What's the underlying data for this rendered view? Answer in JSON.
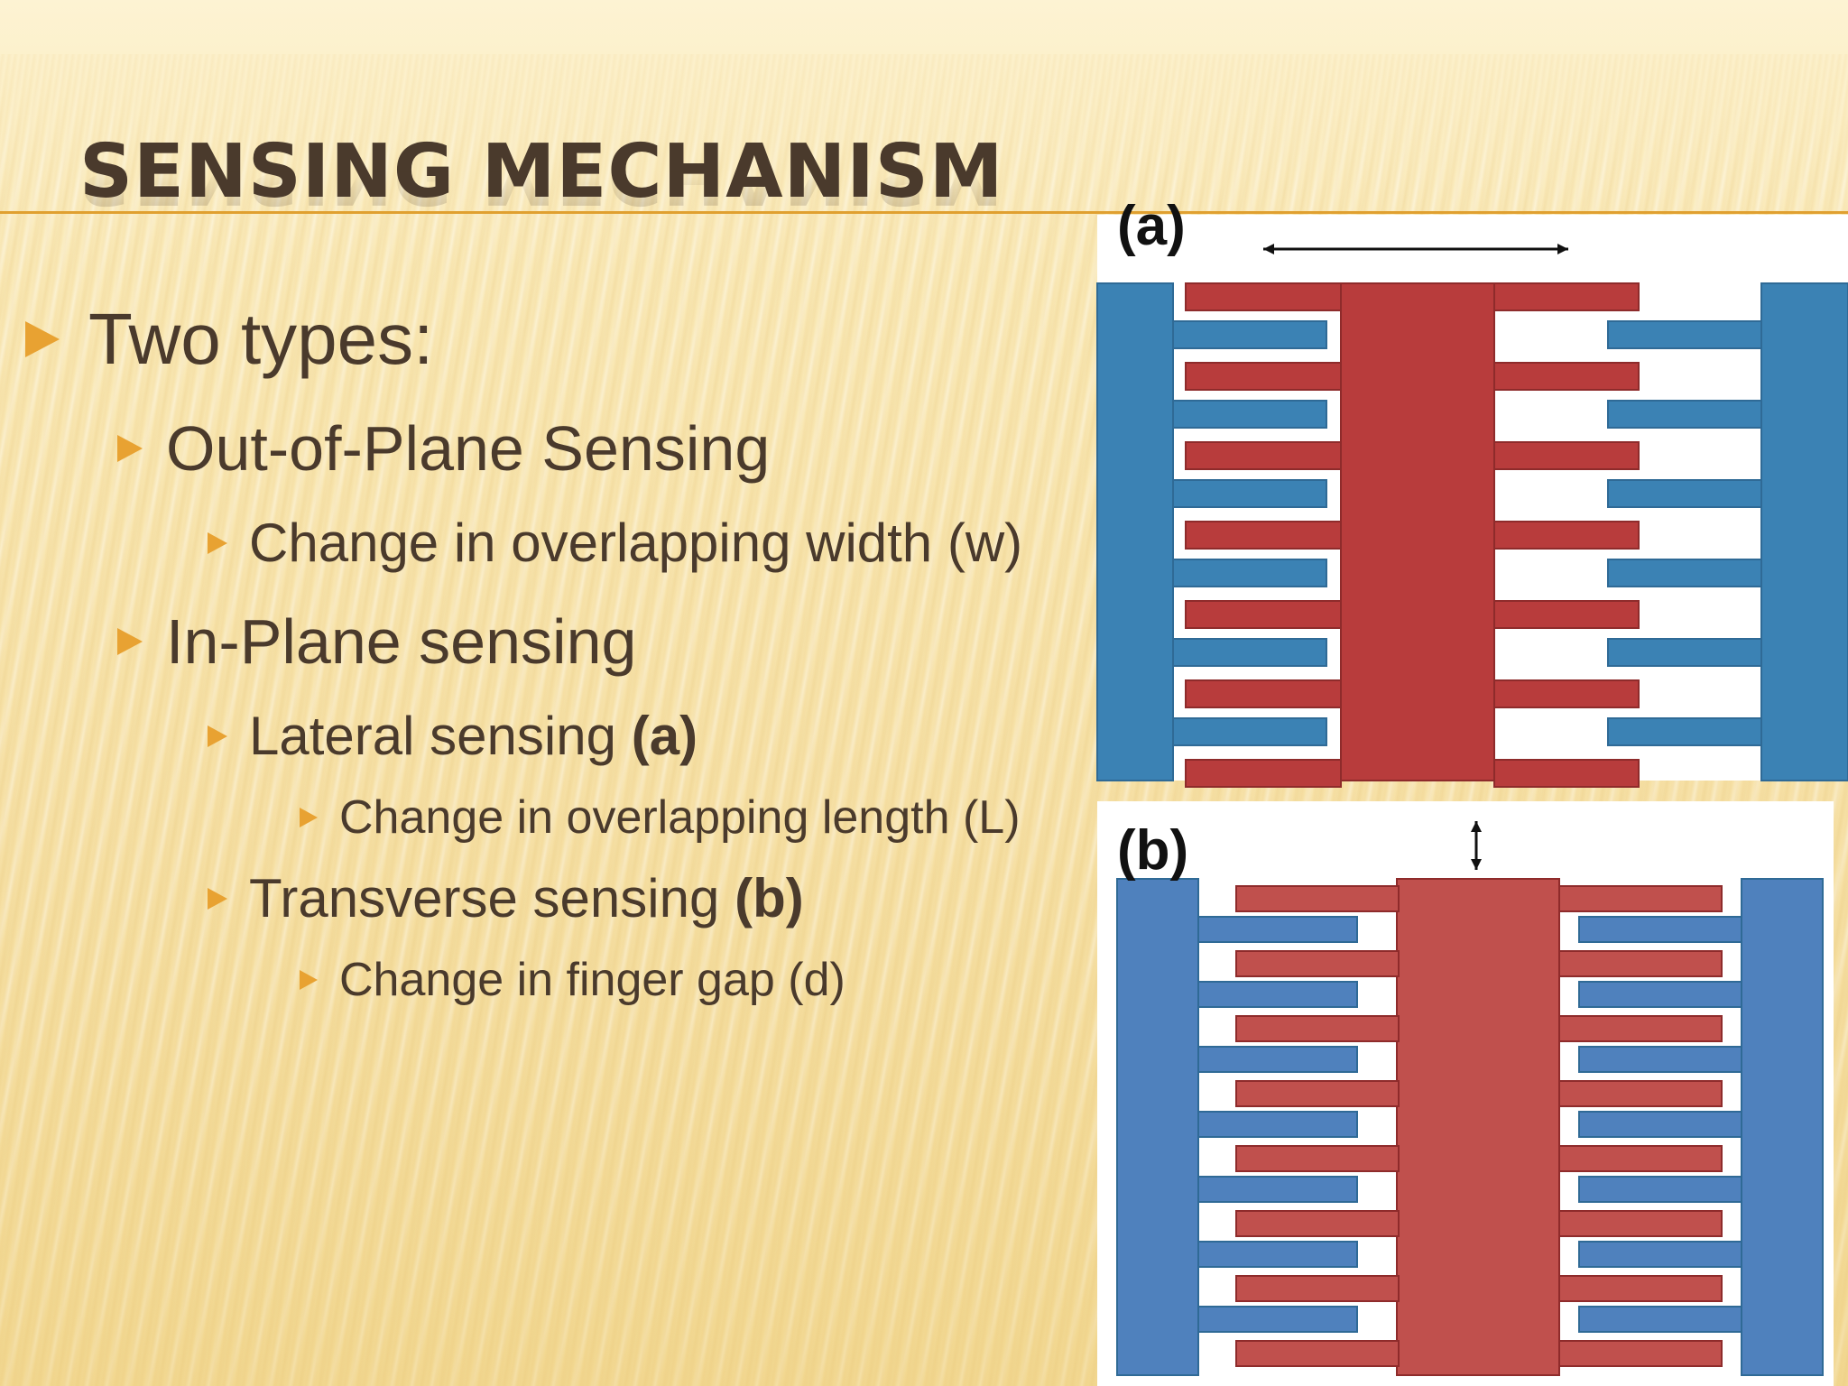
{
  "slide": {
    "title": "SENSING MECHANISM",
    "bullets": [
      {
        "level": 1,
        "text": "Two types:",
        "strong": ""
      },
      {
        "level": 2,
        "text": "Out-of-Plane Sensing",
        "strong": ""
      },
      {
        "level": 3,
        "text": "Change in overlapping width (w)",
        "strong": ""
      },
      {
        "level": 2,
        "text": "In-Plane sensing",
        "strong": ""
      },
      {
        "level": 3,
        "text": "Lateral sensing",
        "strong": "(a)"
      },
      {
        "level": 4,
        "text": "Change in overlapping length (L)",
        "strong": ""
      },
      {
        "level": 3,
        "text": "Transverse sensing",
        "strong": "(b)"
      },
      {
        "level": 4,
        "text": "Change in finger gap (d)",
        "strong": ""
      }
    ]
  },
  "figures": {
    "a": {
      "label": "(a)",
      "motion": "horizontal"
    },
    "b": {
      "label": "(b)",
      "motion": "vertical"
    }
  },
  "colors": {
    "title": "#4a3a2c",
    "text": "#4a3a2c",
    "bullet_arrow": "#e8a232",
    "title_rule": "#e0a030",
    "fixed_electrode_a": "#3b82b4",
    "moving_electrode_a": "#b83c3c",
    "fixed_electrode_b": "#4f81bd",
    "moving_electrode_b": "#c0504d"
  }
}
